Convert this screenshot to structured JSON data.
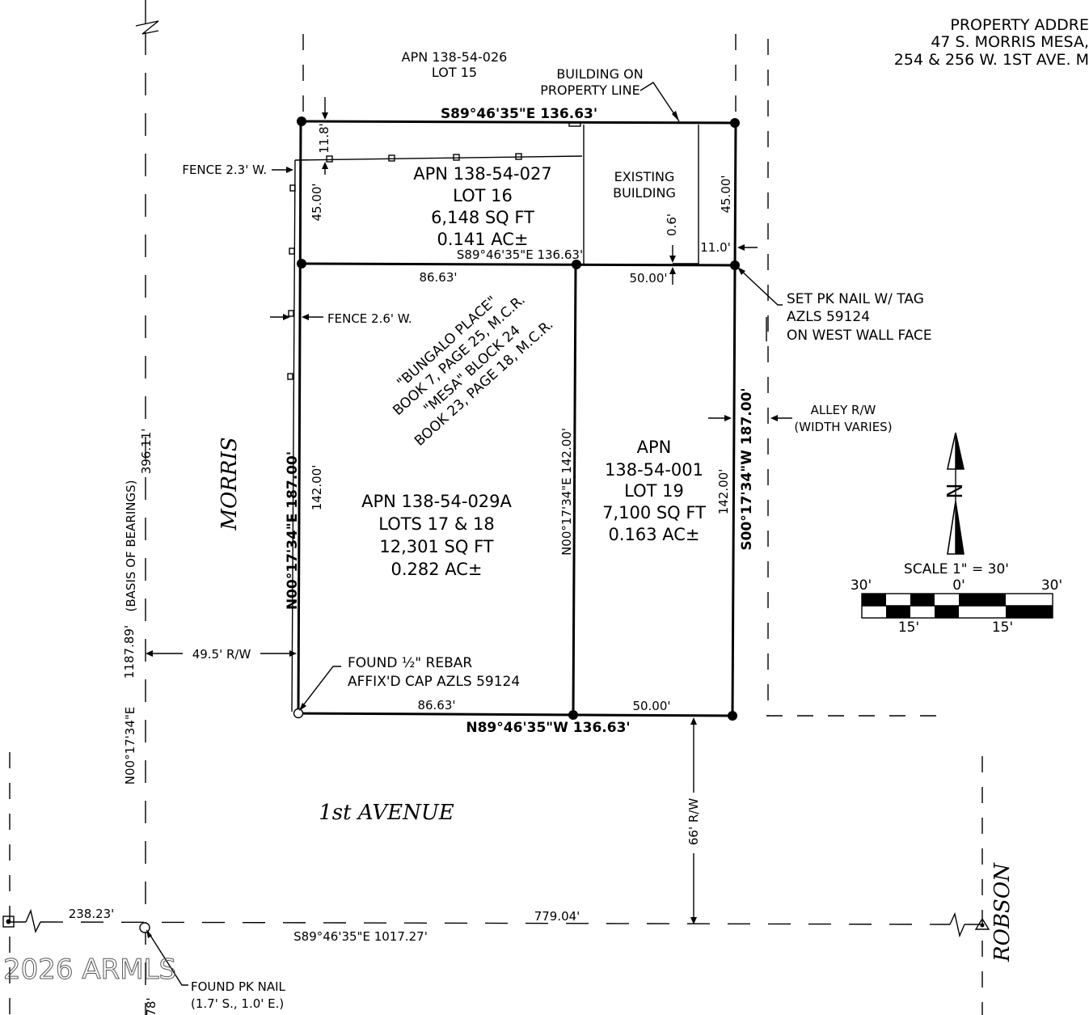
{
  "title": {
    "line1": "PROPERTY ADDRE",
    "line2": "47 S. MORRIS MESA,",
    "line3": "254 & 256 W. 1ST AVE. M"
  },
  "adjacent": {
    "apn": "APN 138-54-026",
    "lot": "LOT 15"
  },
  "building_note": {
    "line1": "BUILDING ON",
    "line2": "PROPERTY LINE"
  },
  "existing_building": {
    "line1": "EXISTING",
    "line2": "BUILDING"
  },
  "lot16": {
    "apn": "APN 138-54-027",
    "lot": "LOT 16",
    "sqft": "6,148 SQ FT",
    "acres": "0.141 AC±"
  },
  "lot1718": {
    "apn": "APN 138-54-029A",
    "lots": "LOTS 17 & 18",
    "sqft": "12,301 SQ FT",
    "acres": "0.282 AC±"
  },
  "lot19": {
    "apn": "APN",
    "apn_num": "138-54-001",
    "lot": "LOT 19",
    "sqft": "7,100 SQ FT",
    "acres": "0.163 AC±"
  },
  "dims": {
    "top_bearing": "S89°46'35\"E  136.63'",
    "mid_bearing": "S89°46'35\"E  136.63'",
    "bottom_bearing": "N89°46'35\"W  136.63'",
    "west_bearing": "N00°17'34\"E  187.00'",
    "east_bearing": "S00°17'34\"W  187.00'",
    "center_bearing": "N00°17'34\"E  142.00'",
    "west_142": "142.00'",
    "east_142": "142.00'",
    "west_45": "45.00'",
    "east_45": "45.00'",
    "d_11_8": "11.8'",
    "d_86_63_top": "86.63'",
    "d_50_top": "50.00'",
    "d_86_63_bottom": "86.63'",
    "d_50_bottom": "50.00'",
    "d_0_6": "0.6'",
    "d_11_0": "11.0'"
  },
  "notes": {
    "fence1": "FENCE 2.3' W.",
    "fence2": "FENCE 2.6' W.",
    "pk_nail_1": "SET PK NAIL W/ TAG",
    "pk_nail_2": "AZLS 59124",
    "pk_nail_3": "ON WEST WALL FACE",
    "alley_1": "ALLEY R/W",
    "alley_2": "(WIDTH VARIES)",
    "rebar_1": "FOUND ½\" REBAR",
    "rebar_2": "AFFIX'D CAP AZLS 59124",
    "rw_49": "49.5' R/W",
    "rw_66": "66' R/W",
    "found_pk_1": "FOUND PK NAIL",
    "found_pk_2": "(1.7' S., 1.0' E.)"
  },
  "subdivision": {
    "line1": "\"BUNGALO PLACE\"",
    "line2": "BOOK 7, PAGE 25, M.C.R.",
    "line3": "\"MESA\" BLOCK 24",
    "line4": "BOOK 23, PAGE 18, M.C.R."
  },
  "streets": {
    "morris": "MORRIS",
    "first_ave": "1st  AVENUE",
    "robson": "ROBSON"
  },
  "basis": {
    "distance": "396.11'",
    "label": "(BASIS OF BEARINGS)",
    "distance2": "1187.89'",
    "bearing": "N00°17'34\"E",
    "partial": "78'"
  },
  "monument_line": {
    "left": "238.23'",
    "right": "779.04'",
    "bearing": "S89°46'35\"E    1017.27'"
  },
  "scale": {
    "label": "SCALE  1\"  =  30'",
    "left": "30'",
    "zero": "0'",
    "right": "30'",
    "tick1": "15'",
    "tick2": "15'"
  },
  "north_letter": "N",
  "watermark": "2026 ARMLS"
}
